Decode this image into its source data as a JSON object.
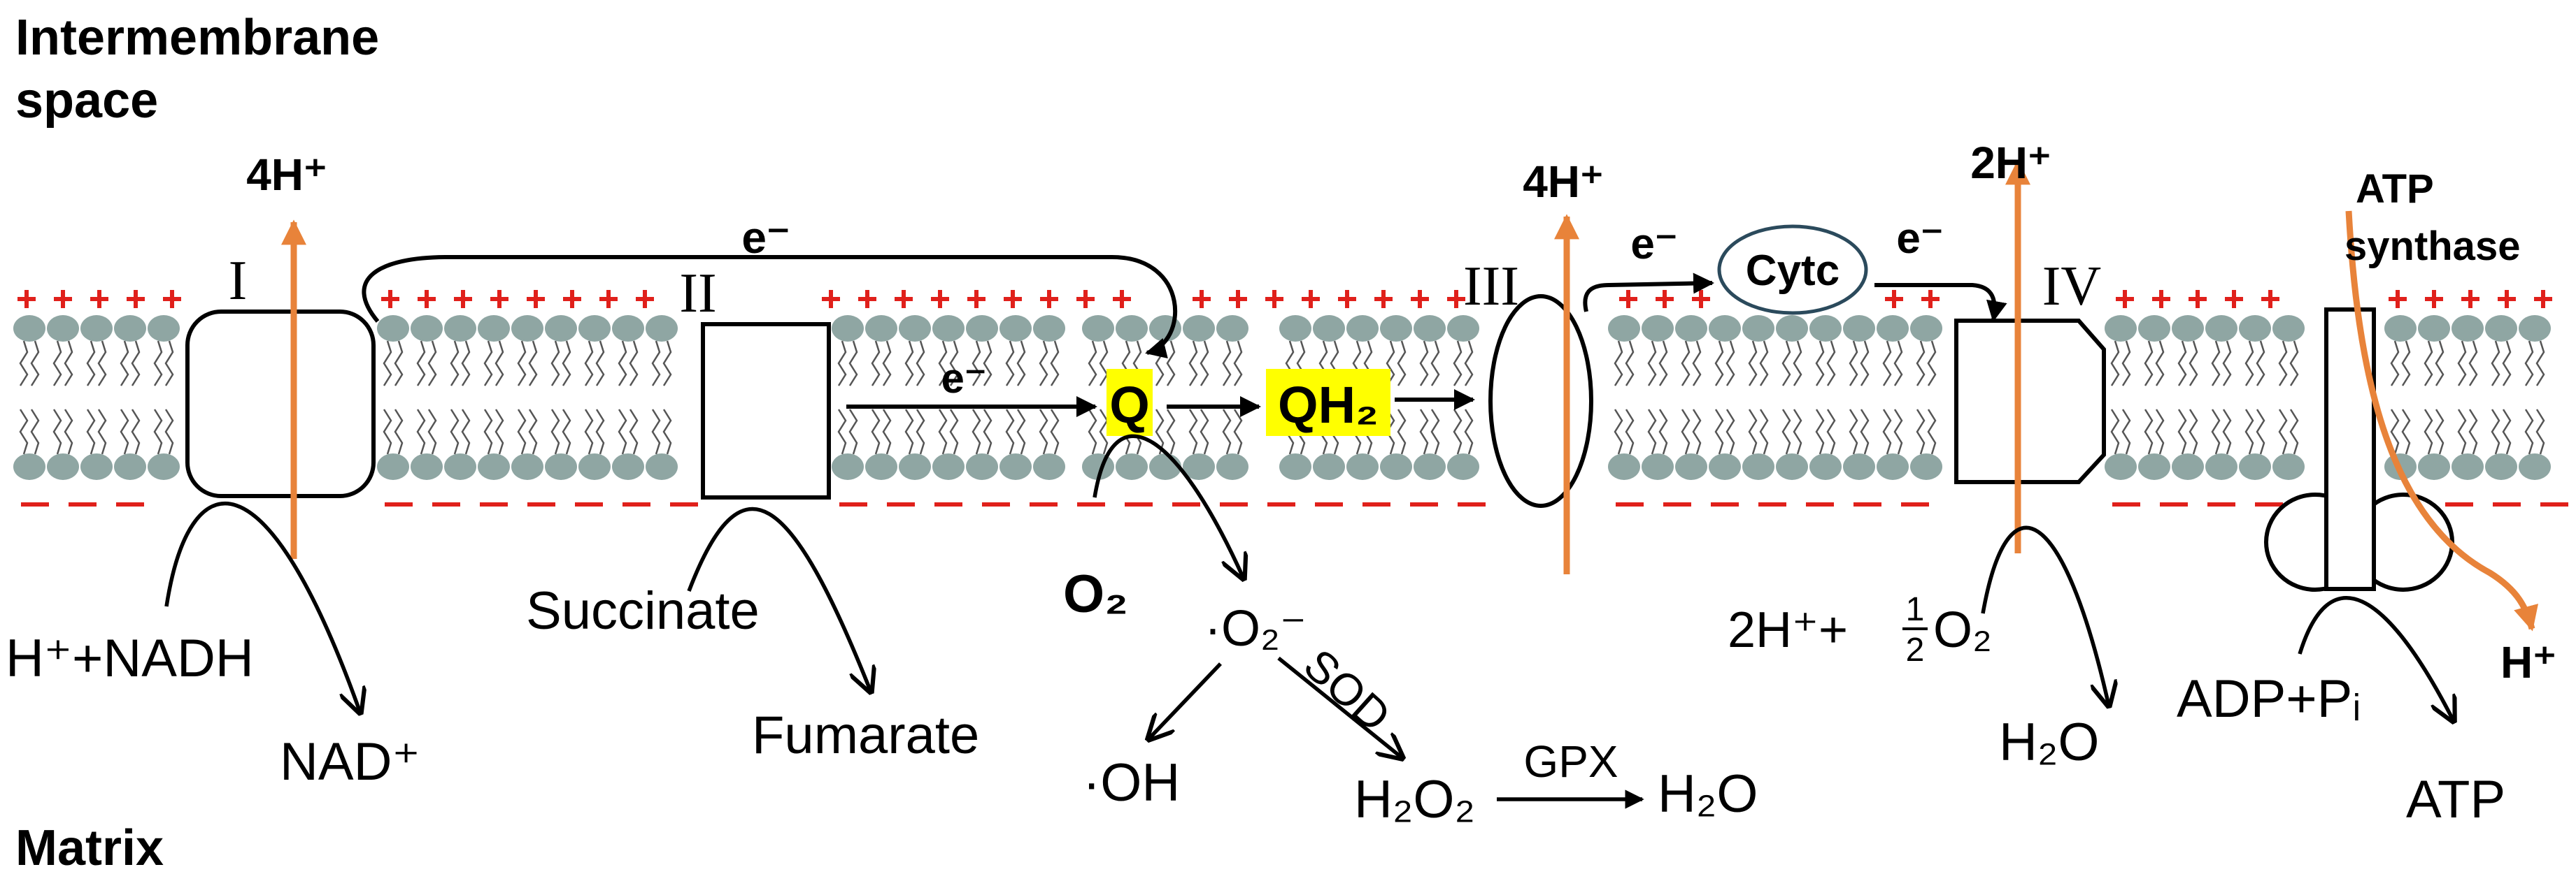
{
  "regions": {
    "intermembrane": "Intermembrane space",
    "matrix": "Matrix"
  },
  "complexes": {
    "c1": "I",
    "c2": "II",
    "c3": "III",
    "c4": "IV",
    "atp_synthase": "ATP synthase"
  },
  "labels": {
    "proton_4h": "4H⁺",
    "proton_2h": "2H⁺",
    "electron": "e⁻",
    "cytc": "Cytc",
    "q": "Q",
    "qh2": "QH₂",
    "o2": "O₂",
    "superoxide": "·O₂⁻",
    "sod": "SOD",
    "oh_radical": "·OH",
    "h2o2": "H₂O₂",
    "gpx": "GPX",
    "h2o": "H₂O",
    "h_nadh": "H⁺+NADH",
    "nad": "NAD⁺",
    "succinate": "Succinate",
    "fumarate": "Fumarate",
    "c4_substrate_prefix": "2H⁺+ ",
    "c4_substrate_half": "1/2",
    "c4_substrate_suffix": "O₂",
    "c4_product": "H₂O",
    "adp_pi": "ADP+Pᵢ",
    "atp": "ATP",
    "h_out": "H⁺"
  },
  "colors": {
    "proton_arrow": "#e8833a",
    "charge_marks": "#e0201b",
    "lipid_head": "#8fa6a3",
    "highlight": "#ffff00",
    "cytc_outline": "#2b4a5c"
  }
}
